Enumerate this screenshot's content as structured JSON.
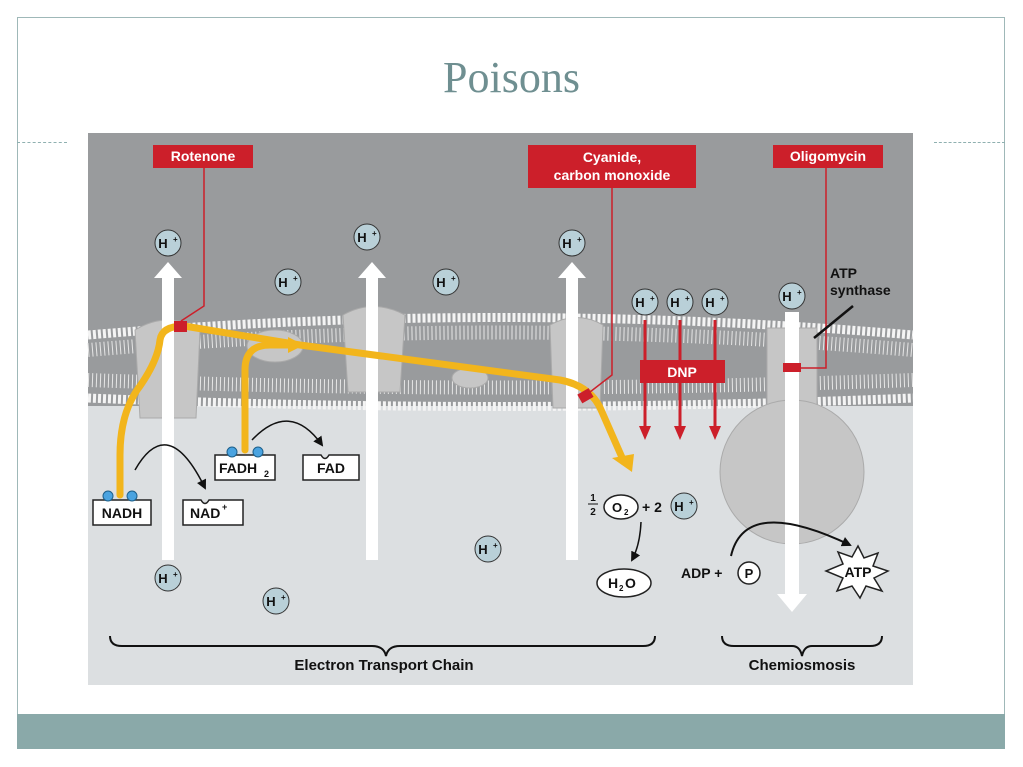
{
  "slide": {
    "title": "Poisons"
  },
  "diagram": {
    "poisons": {
      "rotenone": "Rotenone",
      "cyanide_line1": "Cyanide,",
      "cyanide_line2": "carbon monoxide",
      "oligomycin": "Oligomycin",
      "dnp": "DNP"
    },
    "labels": {
      "atp_synthase_line1": "ATP",
      "atp_synthase_line2": "synthase",
      "nadh": "NADH",
      "nad": "NAD",
      "nad_sup": "+",
      "fadh2": "FADH",
      "fadh2_sub": "2",
      "fad": "FAD",
      "half_num": "1",
      "half_den": "2",
      "o2": "O",
      "o2_sub": "2",
      "plus_two": "+ 2",
      "h2o_h": "H",
      "h2o_sub": "2",
      "h2o_o": "O",
      "adp_plus": "ADP +",
      "p": "P",
      "atp": "ATP",
      "electron_transport_chain": "Electron Transport Chain",
      "chemiosmosis": "Chemiosmosis"
    },
    "proton": {
      "text": "H",
      "sup": "+"
    },
    "colors": {
      "intermembrane": "#999b9d",
      "matrix": "#dcdfe1",
      "poison_red": "#cc1f2a",
      "electron_path": "#f2b51c",
      "protein": "#c6c6c6"
    }
  }
}
